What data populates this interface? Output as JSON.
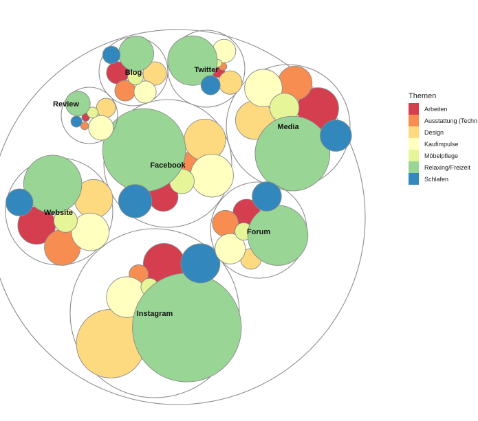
{
  "chart_data": {
    "type": "packed-bubble",
    "title": "",
    "legend": {
      "title": "Themen",
      "placement": "right",
      "items": [
        {
          "label": "Arbeiten",
          "color": "#d53e4f"
        },
        {
          "label": "Ausstattung (Techn",
          "color": "#f88d52"
        },
        {
          "label": "Design",
          "color": "#fdd980"
        },
        {
          "label": "Kaufimpulse",
          "color": "#ffffbf"
        },
        {
          "label": "Möbelpflege",
          "color": "#e6f598"
        },
        {
          "label": "Relaxing/Freizeit",
          "color": "#99d594"
        },
        {
          "label": "Schlafen",
          "color": "#3288bd"
        }
      ]
    },
    "groups": [
      {
        "name": "Instagram",
        "values": {
          "Arbeiten": 28,
          "Ausstattung (Techn": 6,
          "Design": 77,
          "Kaufimpulse": 27,
          "Möbelpflege": 5,
          "Relaxing/Freizeit": 193,
          "Schlafen": 25
        }
      },
      {
        "name": "Facebook",
        "values": {
          "Arbeiten": 14,
          "Ausstattung (Techn": 6,
          "Design": 28,
          "Kaufimpulse": 30,
          "Möbelpflege": 10,
          "Relaxing/Freizeit": 112,
          "Schlafen": 18
        }
      },
      {
        "name": "Media",
        "values": {
          "Arbeiten": 28,
          "Ausstattung (Techn": 19,
          "Design": 24,
          "Kaufimpulse": 23,
          "Möbelpflege": 14,
          "Relaxing/Freizeit": 91,
          "Schlafen": 16
        }
      },
      {
        "name": "Website",
        "values": {
          "Arbeiten": 23,
          "Ausstattung (Techn": 21,
          "Design": 24,
          "Kaufimpulse": 23,
          "Möbelpflege": 9,
          "Relaxing/Freizeit": 55,
          "Schlafen": 12
        }
      },
      {
        "name": "Forum",
        "values": {
          "Arbeiten": 12,
          "Ausstattung (Techn": 11,
          "Design": 7,
          "Kaufimpulse": 15,
          "Möbelpflege": 5,
          "Relaxing/Freizeit": 59,
          "Schlafen": 14
        }
      },
      {
        "name": "Blog",
        "values": {
          "Arbeiten": 8,
          "Ausstattung (Techn": 7,
          "Design": 9,
          "Kaufimpulse": 8,
          "Möbelpflege": 4,
          "Relaxing/Freizeit": 20,
          "Schlafen": 5
        }
      },
      {
        "name": "Twitter",
        "values": {
          "Arbeiten": 3,
          "Ausstattung (Techn": 1,
          "Design": 9,
          "Kaufimpulse": 9,
          "Möbelpflege": 1,
          "Relaxing/Freizeit": 40,
          "Schlafen": 6
        }
      },
      {
        "name": "Review",
        "values": {
          "Arbeiten": 1,
          "Ausstattung (Techn": 1,
          "Design": 6,
          "Kaufimpulse": 10,
          "Möbelpflege": 2,
          "Relaxing/Freizeit": 10,
          "Schlafen": 2
        }
      }
    ]
  }
}
